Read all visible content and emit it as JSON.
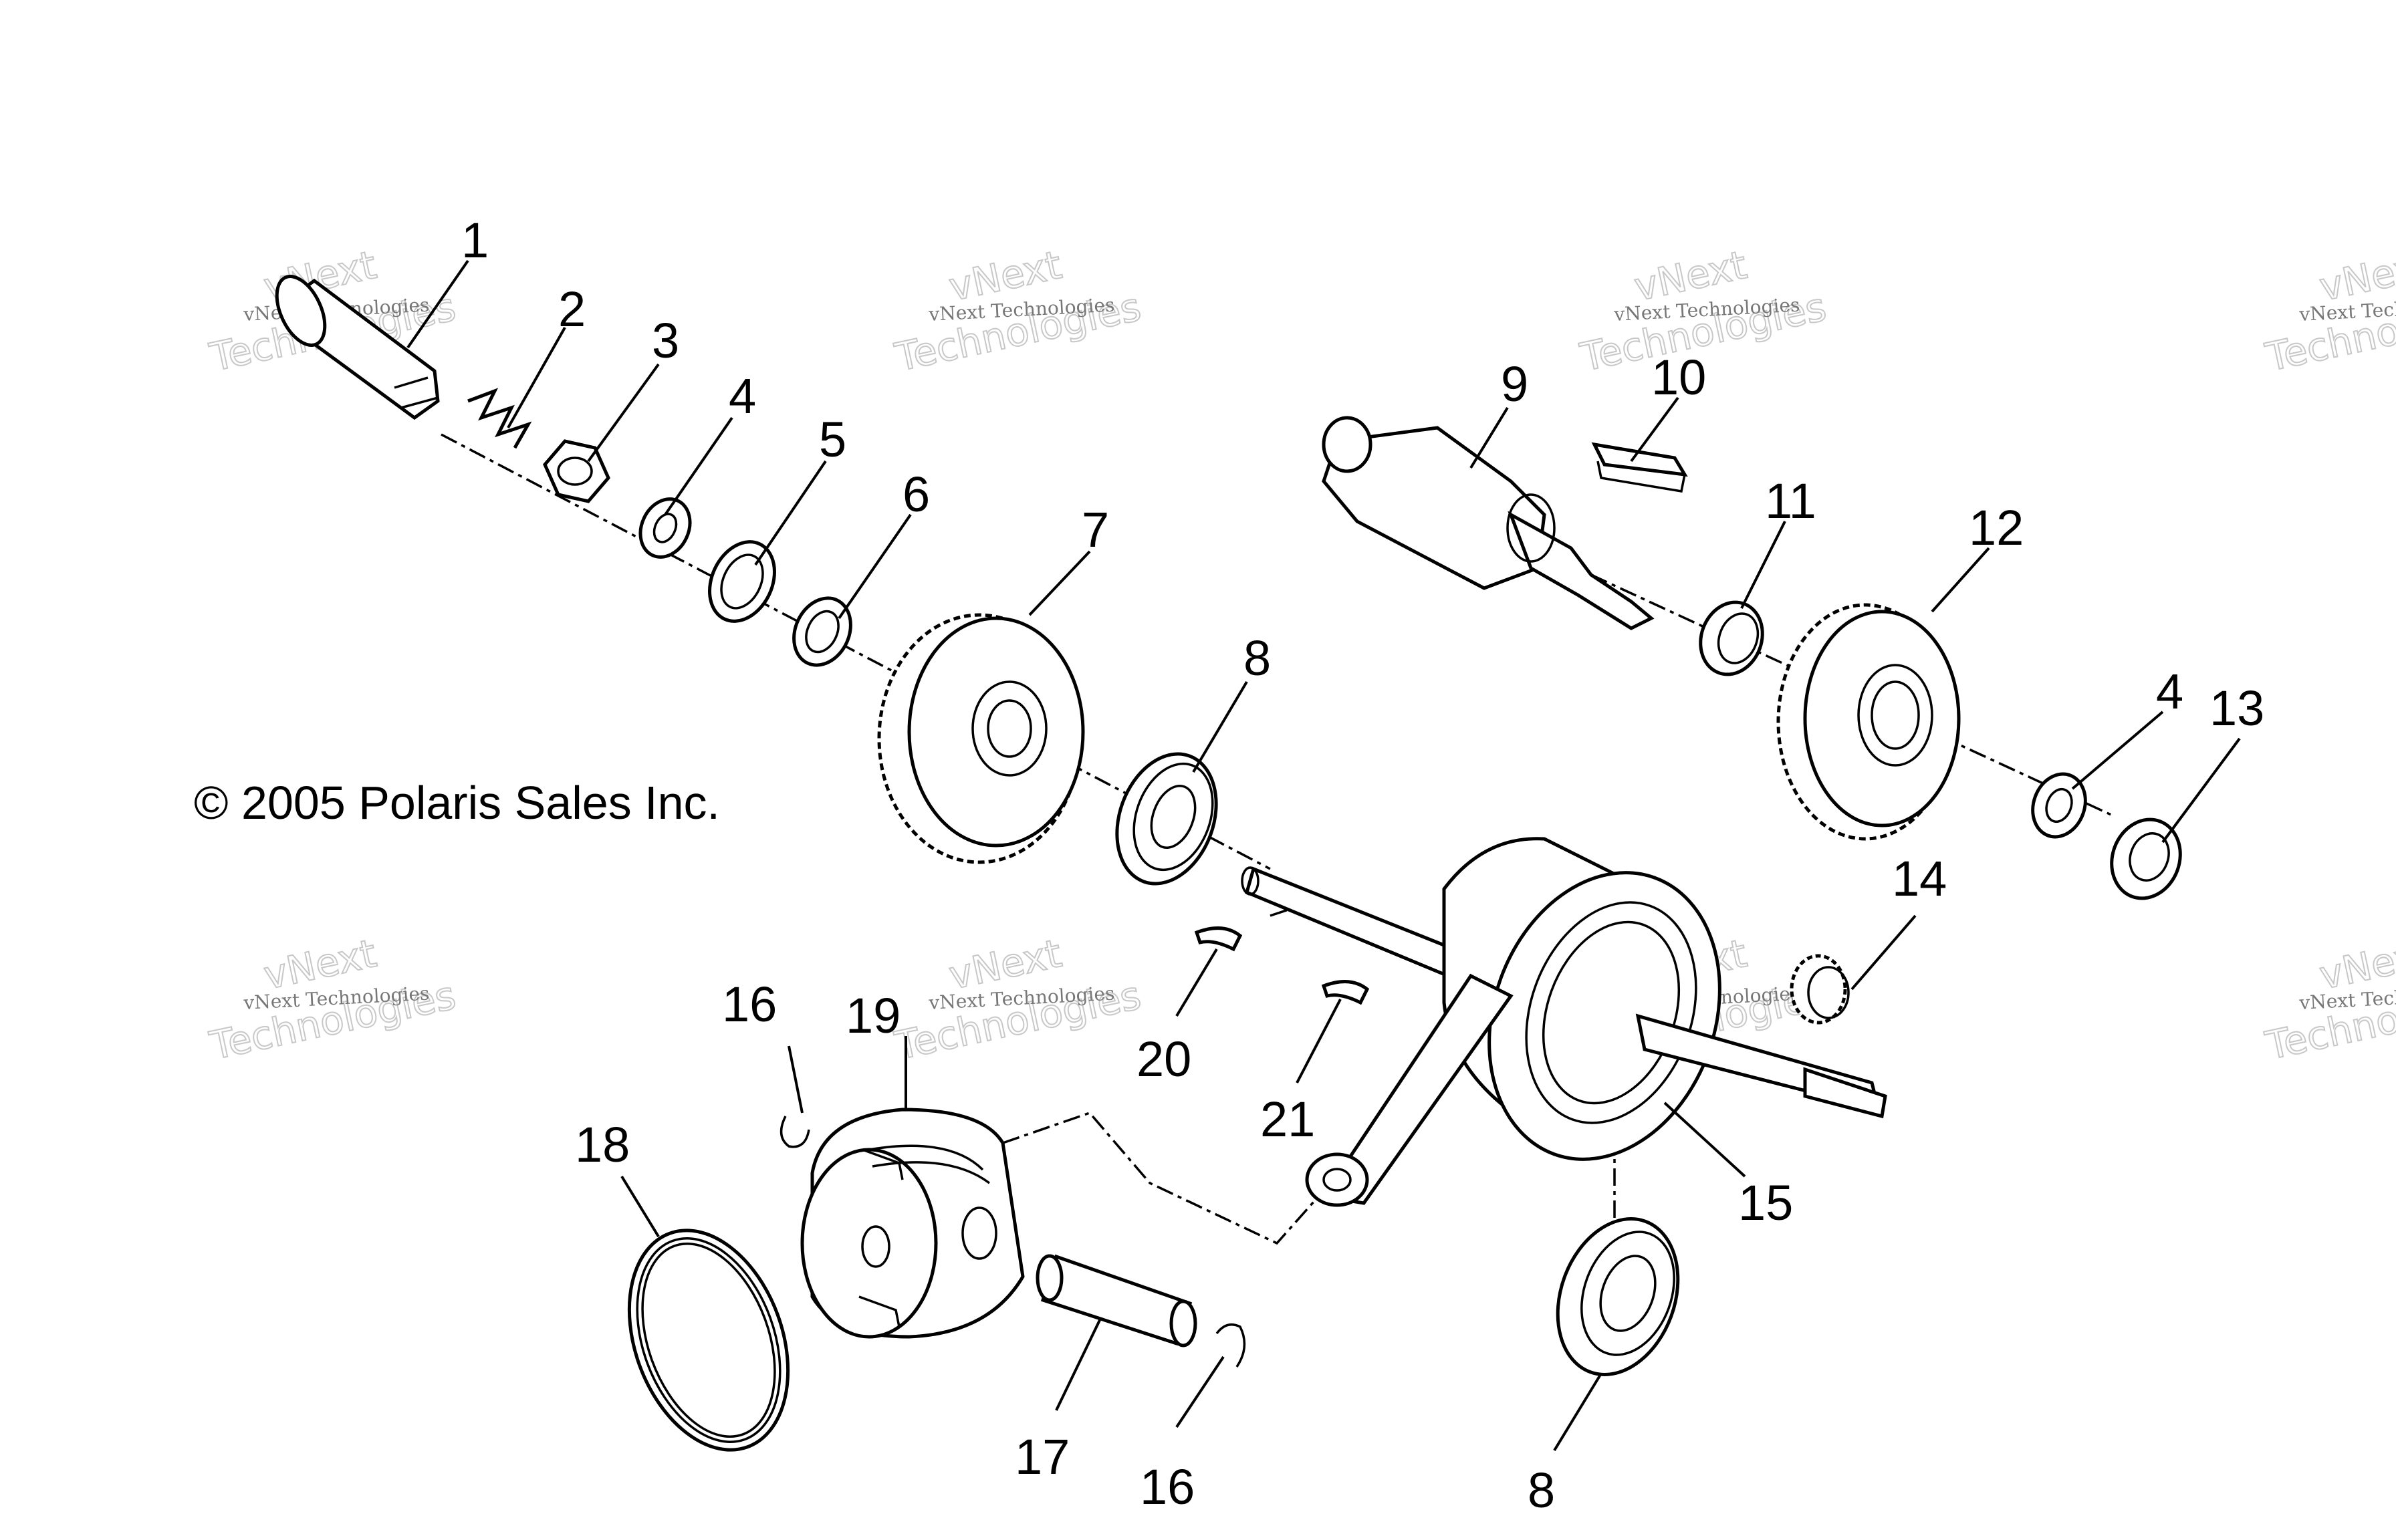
{
  "diagram": {
    "copyright": "© 2005 Polaris Sales Inc.",
    "watermark": {
      "line1": "vNext Technologies",
      "big_top": "vNext",
      "big_bottom": "Technologies"
    },
    "callouts": {
      "c1": "1",
      "c2": "2",
      "c3": "3",
      "c4a": "4",
      "c5": "5",
      "c6": "6",
      "c7": "7",
      "c8a": "8",
      "c9": "9",
      "c10": "10",
      "c11": "11",
      "c12": "12",
      "c4b": "4",
      "c13": "13",
      "c14": "14",
      "c15": "15",
      "c16a": "16",
      "c19": "19",
      "c18": "18",
      "c20": "20",
      "c21": "21",
      "c17": "17",
      "c16b": "16",
      "c8b": "8"
    }
  }
}
